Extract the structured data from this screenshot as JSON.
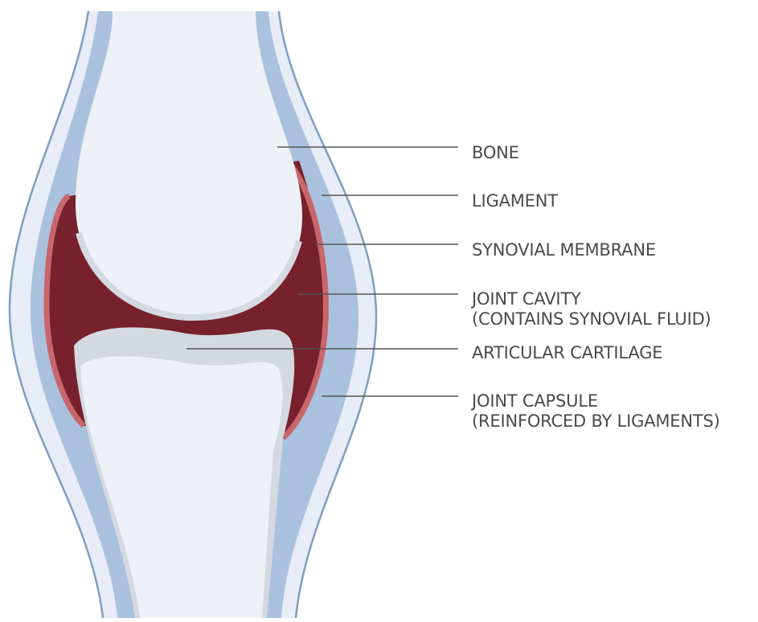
{
  "diagram": {
    "colors": {
      "background": "#ffffff",
      "bone": "#edf0f4",
      "bone_outline": "#d3d8e0",
      "cartilage": "#d4d9e1",
      "ligament_outer": "#e7ecf6",
      "ligament_blue": "#a9c1dd",
      "capsule_outline": "#7f9dc4",
      "joint_cavity": "#76212c",
      "synovial_membrane": "#c8666b",
      "leader_line": "#555555",
      "label_text": "#4a4a4a"
    },
    "labels": [
      {
        "id": "bone",
        "lines": [
          "BONE"
        ]
      },
      {
        "id": "ligament",
        "lines": [
          "LIGAMENT"
        ]
      },
      {
        "id": "synovial-membrane",
        "lines": [
          "SYNOVIAL MEMBRANE"
        ]
      },
      {
        "id": "joint-cavity",
        "lines": [
          "JOINT CAVITY",
          "(CONTAINS SYNOVIAL FLUID)"
        ]
      },
      {
        "id": "articular-cartilage",
        "lines": [
          "ARTICULAR CARTILAGE"
        ]
      },
      {
        "id": "joint-capsule",
        "lines": [
          "JOINT CAPSULE",
          "(REINFORCED BY LIGAMENTS)"
        ]
      }
    ]
  }
}
